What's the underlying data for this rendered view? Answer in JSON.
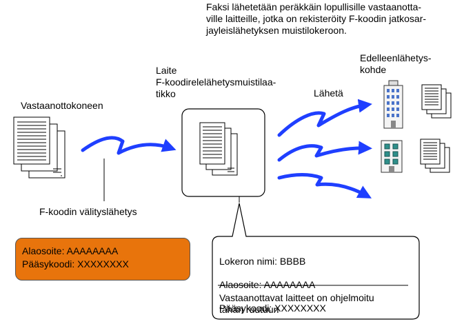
{
  "texts": {
    "header": "Faksi lähetetään peräkkäin lopullisille vastaanotta-\nville laitteille, jotka on rekisteröity F-koodin jatkosar-\njayleislähetyksen muistilokeroon.",
    "forward_dest": "Edelleenlähetys-\nkohde",
    "relay_device": "Laite\nF-koodireleläh etysmuistilaa-\ntikko",
    "send": "Lähetä",
    "receiver": "Vastaanottokoneen",
    "relay_transmission": "F-koodin välityslähetys"
  },
  "sender_box": {
    "subaddress": "Alaosoite: AAAAAAAA",
    "passcode": "Pääsykoodi: XXXXXXXX"
  },
  "callout": {
    "box_name": "Lokeron nimi: BBBB",
    "subaddress": "Alaosoite: AAAAAAAA",
    "passcode": "Pääsykoodi: XXXXXXXX",
    "note": "Vastaanottavat laitteet on ohjelmoitu\ntähän ruutuun"
  },
  "colors": {
    "arrow": "#1f3fff",
    "orange": "#e8740c"
  }
}
